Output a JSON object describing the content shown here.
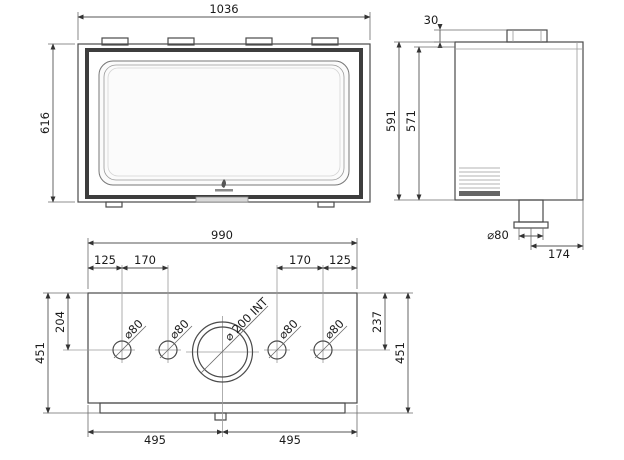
{
  "drawing": {
    "front_view": {
      "dim_width": "1036",
      "dim_height": "616"
    },
    "side_view": {
      "dim_top": "30",
      "dim_height_outer": "591",
      "dim_height_inner": "571",
      "dim_flue": "⌀80",
      "dim_depth": "174"
    },
    "top_view": {
      "dim_width": "990",
      "spacings": [
        "125",
        "170",
        "170",
        "125"
      ],
      "dim_left_depth": "204",
      "dim_right_depth": "237",
      "dim_side_left": "451",
      "dim_side_right": "451",
      "dim_bottom": [
        "495",
        "495"
      ],
      "dim_center_outlet": "⌀ 200 INT",
      "outlets": [
        "⌀80",
        "⌀80",
        "⌀80",
        "⌀80"
      ]
    }
  }
}
